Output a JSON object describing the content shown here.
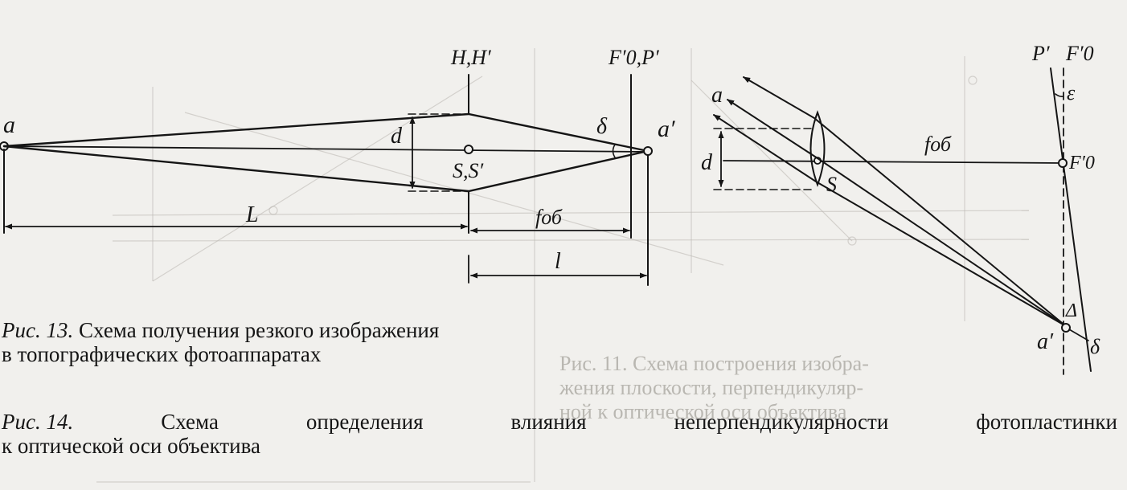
{
  "fig13": {
    "label_a": "a",
    "label_HH": "H,H′",
    "label_F0P": "F′0,P′",
    "label_d": "d",
    "label_delta": "δ",
    "label_aprime": "a′",
    "label_SS": "S,S′",
    "label_L": "L",
    "label_fob": "fоб",
    "label_l": "l"
  },
  "fig14": {
    "label_a": "a",
    "label_d": "d",
    "label_S": "S",
    "label_fob": "fоб",
    "label_P": "P′",
    "label_F0_top": "F′0",
    "label_eps": "ε",
    "label_F0_axis": "F′0",
    "label_Delta": "Δ",
    "label_aprime": "a′",
    "label_delta": "δ"
  },
  "captions": {
    "cap13_prefix": "Рис. 13.",
    "cap13_line1": "Схема получения резкого изображения",
    "cap13_line2": "в топографических фотоаппаратах",
    "cap14_prefix": "Рис. 14.",
    "cap14_words": [
      "Схема",
      "определения",
      "влияния",
      "неперпендикулярности",
      "фотопластинки"
    ],
    "cap14_line2": "к оптической оси объектива"
  },
  "bleed_through": {
    "line1": "Рис. 11. Схема построения изобра-",
    "line2": "жения плоскости, перпендикуляр-",
    "line3": "ной к оптической оси объектива"
  }
}
